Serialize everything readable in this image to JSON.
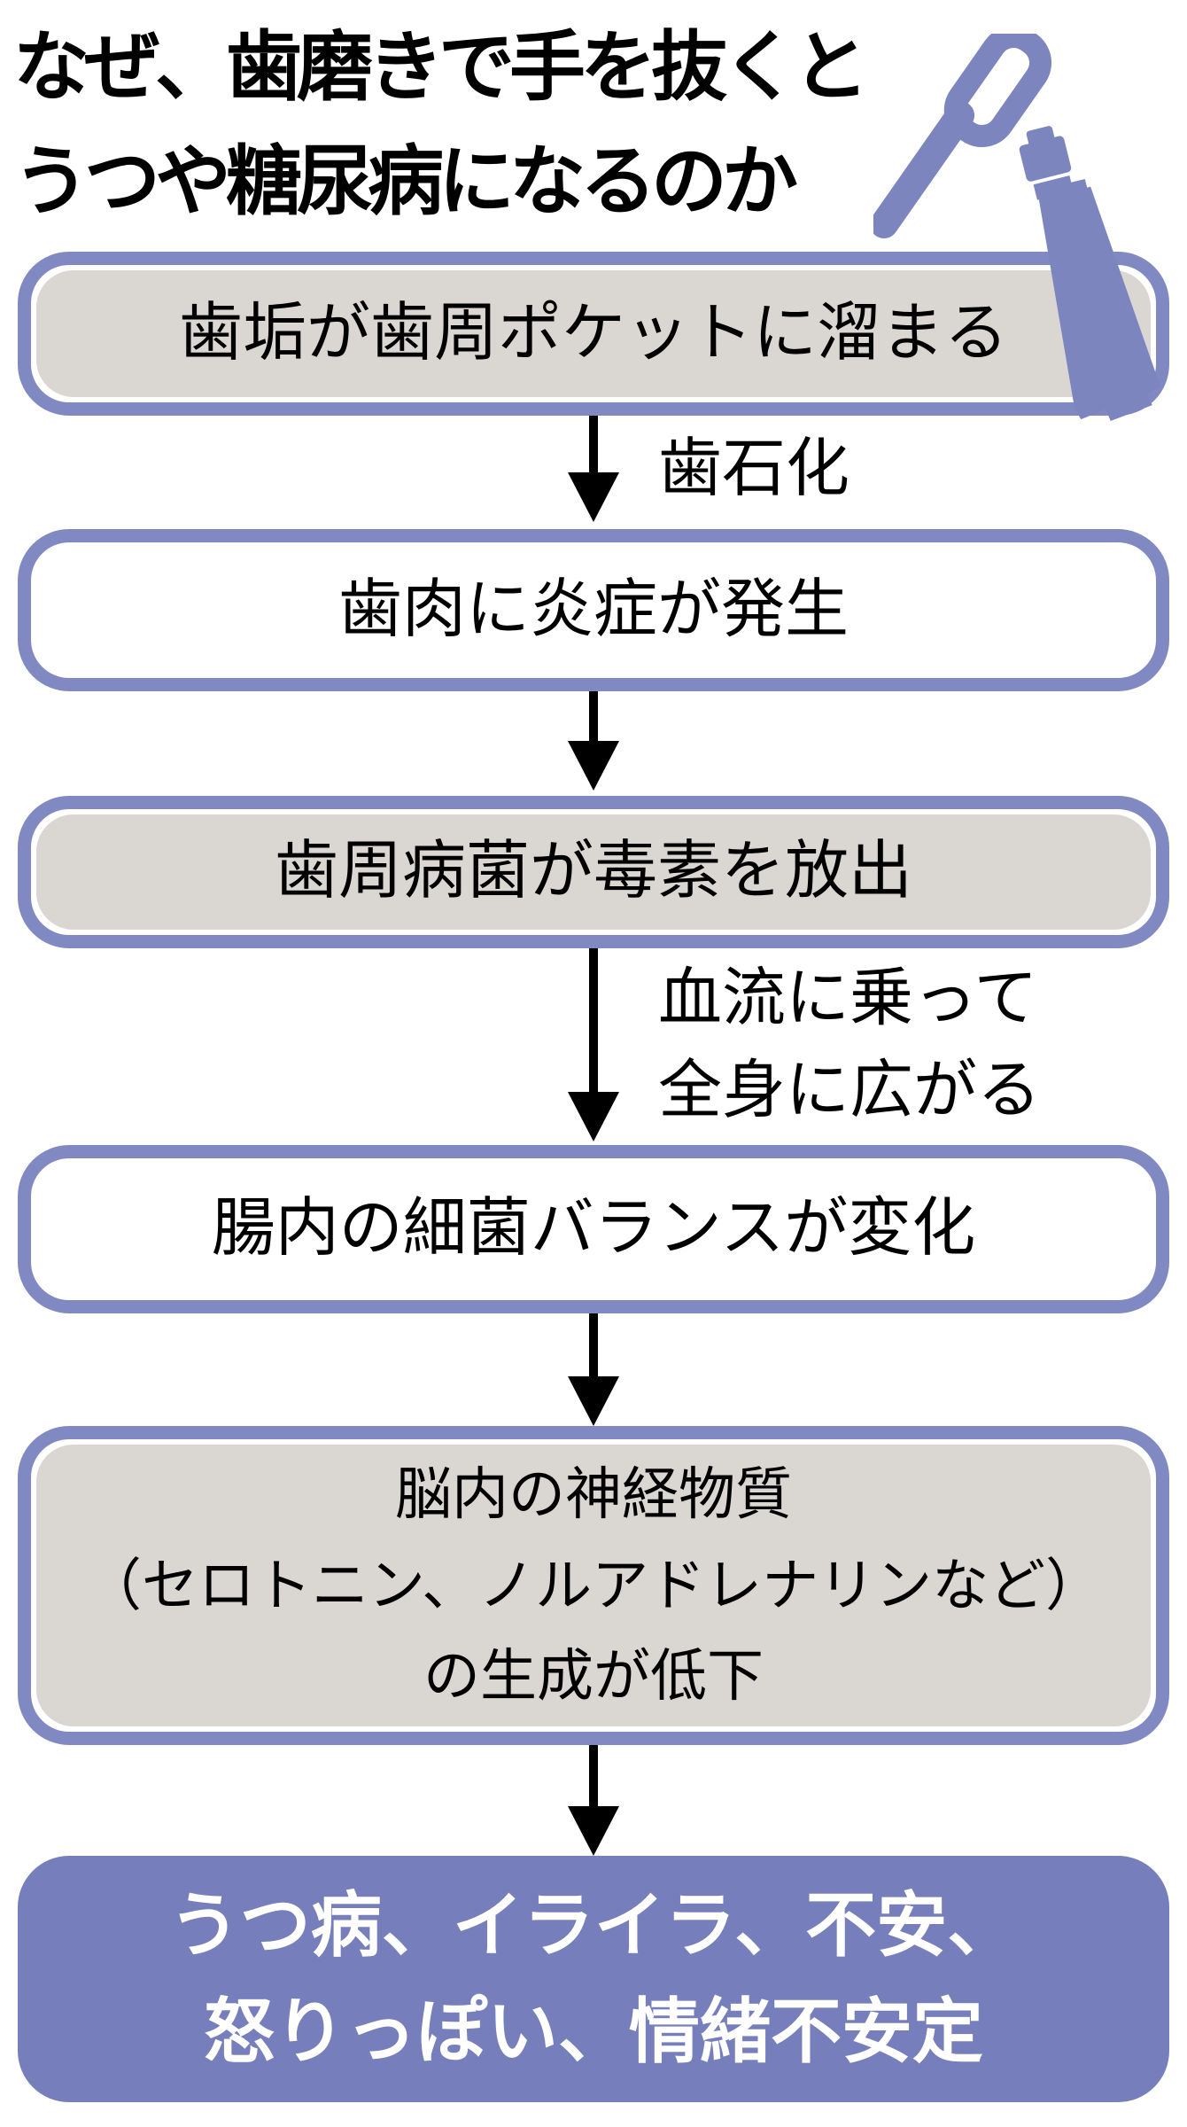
{
  "title": {
    "line1": "なぜ、歯磨きで手を抜くと",
    "line2": "うつや糖尿病になるのか"
  },
  "icon": {
    "name": "toothbrush-and-toothpaste",
    "color": "#7d85bf"
  },
  "colors": {
    "box_border": "#8189c2",
    "box_fill_gray": "#dad6d2",
    "box_fill_white": "#ffffff",
    "final_box_fill": "#767ebb",
    "final_box_text": "#ffffff",
    "arrow": "#000000"
  },
  "flow": {
    "steps": [
      {
        "id": "step-1",
        "variant": "gray",
        "lines": [
          "歯垢が歯周ポケットに溜まる"
        ]
      },
      {
        "id": "step-2",
        "variant": "white",
        "lines": [
          "歯肉に炎症が発生"
        ]
      },
      {
        "id": "step-3",
        "variant": "gray",
        "lines": [
          "歯周病菌が毒素を放出"
        ]
      },
      {
        "id": "step-4",
        "variant": "white",
        "lines": [
          "腸内の細菌バランスが変化"
        ]
      },
      {
        "id": "step-5",
        "variant": "gray",
        "lines": [
          "脳内の神経物質",
          "（セロトニン、ノルアドレナリンなど）",
          "の生成が低下"
        ]
      },
      {
        "id": "step-6",
        "variant": "purple",
        "lines": [
          "うつ病、イライラ、不安、",
          "怒りっぽい、情緒不安定"
        ]
      }
    ],
    "arrows": [
      {
        "id": "arrow-1",
        "label_lines": [
          "歯石化"
        ]
      },
      {
        "id": "arrow-2",
        "label_lines": []
      },
      {
        "id": "arrow-3",
        "label_lines": [
          "血流に乗って",
          "全身に広がる"
        ]
      },
      {
        "id": "arrow-4",
        "label_lines": []
      },
      {
        "id": "arrow-5",
        "label_lines": []
      }
    ]
  }
}
